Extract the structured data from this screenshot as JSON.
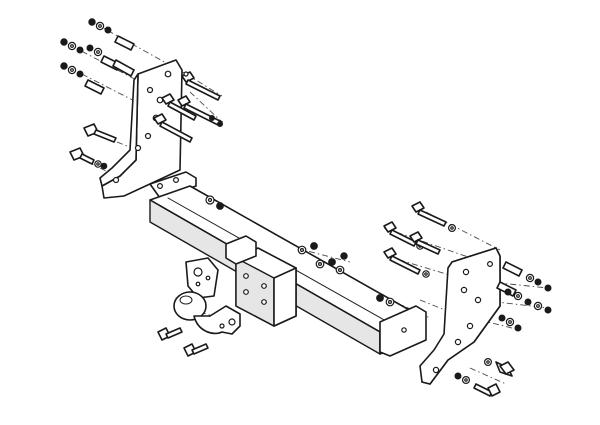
{
  "diagram": {
    "type": "exploded-assembly",
    "subject": "tow-bar",
    "parts": [
      "left-mounting-bracket",
      "right-mounting-bracket",
      "cross-beam",
      "tow-ball",
      "socket-plate",
      "bolts",
      "nuts",
      "washers",
      "spacer-tubes"
    ],
    "colors": {
      "line": "#1a1a1a",
      "background": "#ffffff",
      "dash": "#4a4a4a"
    }
  }
}
